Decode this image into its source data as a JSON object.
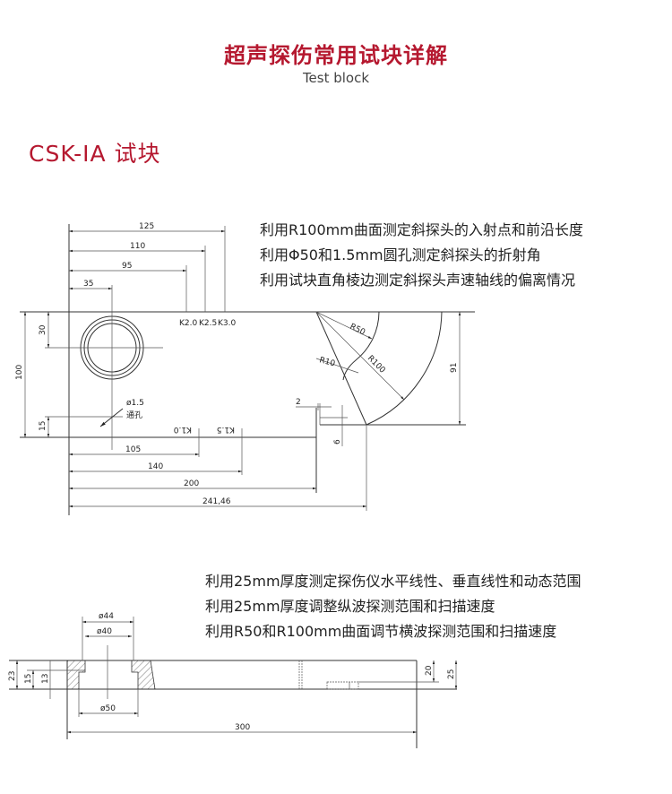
{
  "header": {
    "title": "超声探伤常用试块详解",
    "subtitle": "Test block"
  },
  "section": {
    "title": "CSK-IA 试块"
  },
  "block1": {
    "notes": [
      "利用R100mm曲面测定斜探头的入射点和前沿长度",
      "利用Φ50和1.5mm圆孔测定斜探头的折射角",
      "利用试块直角棱边测定斜探头声速轴线的偏离情况"
    ],
    "dims": {
      "d125": "125",
      "d110": "110",
      "d95": "95",
      "d35": "35",
      "d30": "30",
      "d100": "100",
      "d15": "15",
      "d105": "105",
      "d140": "140",
      "d200": "200",
      "d241": "241,46",
      "d91": "91",
      "d2": "2",
      "d6": "6",
      "r50": "R50",
      "r100": "R100",
      "r10": "R10",
      "hole": "ø1.5",
      "hole_label": "通孔"
    },
    "k_marks": {
      "k20": "K2.0",
      "k25": "K2.5",
      "k30": "K3.0",
      "k10": "K1.0",
      "k15": "K1.5"
    }
  },
  "block2": {
    "notes": [
      "利用25mm厚度测定探伤仪水平线性、垂直线性和动态范围",
      "利用25mm厚度调整纵波探测范围和扫描速度",
      "利用R50和R100mm曲面调节横波探测范围和扫描速度"
    ],
    "dims": {
      "d44": "ø44",
      "d40": "ø40",
      "d50": "ø50",
      "d300": "300",
      "d23": "23",
      "d15": "15",
      "d13": "13",
      "d20": "20",
      "d25": "25"
    }
  }
}
